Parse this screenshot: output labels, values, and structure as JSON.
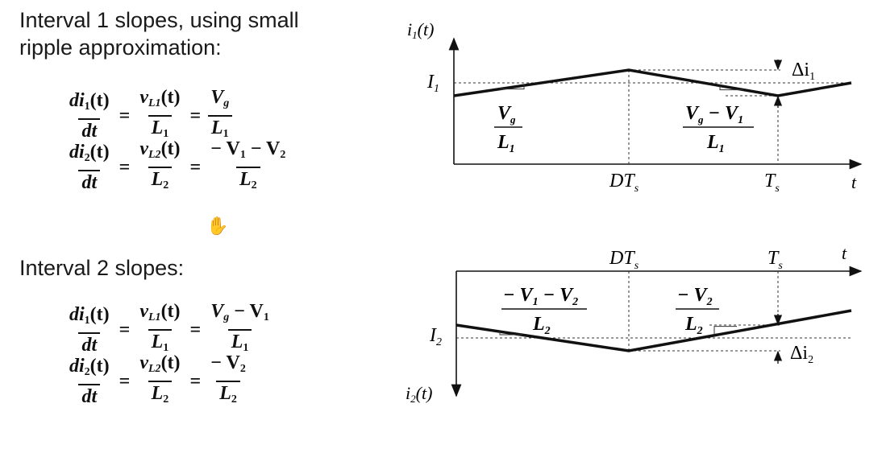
{
  "headings": {
    "interval1": "Interval 1 slopes, using small ripple approximation:",
    "interval2": "Interval 2 slopes:"
  },
  "equations": {
    "eq1_d": "d",
    "eq1_i": "i",
    "eq1_isub": "1",
    "eq1_t": "(t)",
    "eq1_dt": "dt",
    "eq1_eq": "=",
    "eq1_v": "v",
    "eq1_vsub": "L1",
    "eq1_L": "L",
    "eq1_Lsub": "1",
    "eq1_rnum_V": "V",
    "eq1_rnum_sub": "g",
    "eq1_rden": "L",
    "eq1_rden_sub": "1",
    "eq2_isub": "2",
    "eq2_vsub": "L2",
    "eq2_Lsub": "2",
    "eq2_rnum": "− V",
    "eq2_rnum_sub1": "1",
    "eq2_rnum_mid": " − V",
    "eq2_rnum_sub2": "2",
    "eq3_rnum": "V",
    "eq3_rnum_sub": "g",
    "eq3_rnum_mid": " − V",
    "eq3_rnum_sub2": "1",
    "eq4_rnum": "− V",
    "eq4_rnum_sub": "2"
  },
  "top_graph": {
    "y_label": "i",
    "y_label_sub": "1",
    "y_label_t": "(t)",
    "level_label": "I",
    "level_sub": "1",
    "ripple_label": "Δi",
    "ripple_sub": "1",
    "slope1_num": "V",
    "slope1_num_sub": "g",
    "slope1_den": "L",
    "slope1_den_sub": "1",
    "slope2_num": "V",
    "slope2_num_sub": "g",
    "slope2_num_mid": " − V",
    "slope2_num_sub2": "1",
    "slope2_den": "L",
    "slope2_den_sub": "1",
    "tick_dts": "DT",
    "tick_dts_sub": "s",
    "tick_ts": "T",
    "tick_ts_sub": "s",
    "x_label": "t"
  },
  "bottom_graph": {
    "y_label": "i",
    "y_label_sub": "2",
    "y_label_t": "(t)",
    "level_label": "I",
    "level_sub": "2",
    "ripple_label": "Δi",
    "ripple_sub": "2",
    "slope1_num": "− V",
    "slope1_num_sub": "1",
    "slope1_num_mid": " − V",
    "slope1_num_sub2": "2",
    "slope1_den": "L",
    "slope1_den_sub": "2",
    "slope2_num": "− V",
    "slope2_num_sub": "2",
    "slope2_den": "L",
    "slope2_den_sub": "2",
    "tick_dts": "DT",
    "tick_dts_sub": "s",
    "tick_ts": "T",
    "tick_ts_sub": "s",
    "x_label": "t"
  },
  "cursor_icon": "hand-cursor-icon"
}
